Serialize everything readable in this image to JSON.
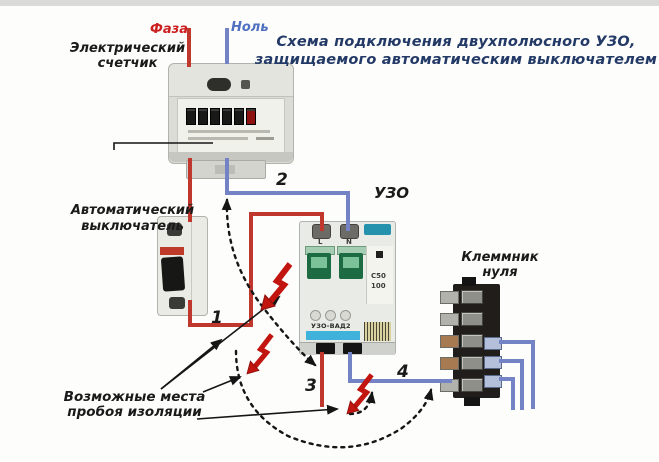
{
  "title": {
    "line1": "Схема подключения двухполюсного УЗО,",
    "line2": "защищаемого автоматическим выключателем"
  },
  "wire_labels": {
    "phase": "Фаза",
    "neutral": "Ноль"
  },
  "device_labels": {
    "meter_line1": "Электрический",
    "meter_line2": "счетчик",
    "breaker_line1": "Автоматический",
    "breaker_line2": "выключатель",
    "rcd": "УЗО",
    "terminal_block_line1": "Клеммник",
    "terminal_block_line2": "нуля"
  },
  "annotation": {
    "breakdown_line1": "Возможные места",
    "breakdown_line2": "пробоя изоляции"
  },
  "wire_numbers": {
    "w1": "1",
    "w2": "2",
    "w3": "3",
    "w4": "4"
  },
  "rcd_device": {
    "terminal_l": "L",
    "terminal_n": "N",
    "rating": "C50",
    "trip_current": "100",
    "model": "УЗО-ВАД2"
  },
  "colors": {
    "phase_wire": "#c0372e",
    "neutral_wire": "#7383c5",
    "phase_label": "#cc1f1f",
    "neutral_label": "#4f6fc0",
    "title_text": "#233a66",
    "lightning": "#c2150f",
    "annotation_ink": "#151515"
  }
}
